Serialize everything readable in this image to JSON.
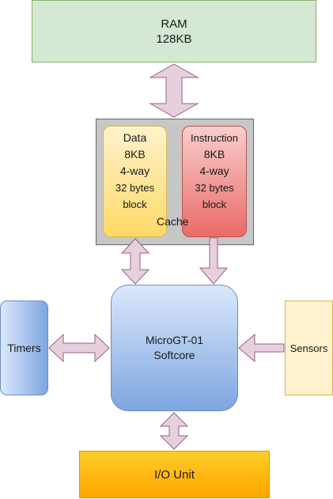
{
  "ram": {
    "line1": "RAM",
    "line2": "128KB"
  },
  "cache": {
    "label": "Cache",
    "data": {
      "title": "Data",
      "size": "8KB",
      "ways": "4-way",
      "block_line1": "32 bytes",
      "block_line2": "block"
    },
    "instruction": {
      "title": "Instruction",
      "size": "8KB",
      "ways": "4-way",
      "block_line1": "32 bytes",
      "block_line2": "block"
    }
  },
  "cpu": {
    "line1": "MicroGT-01",
    "line2": "Softcore"
  },
  "timers": {
    "label": "Timers"
  },
  "sensors": {
    "label": "Sensors"
  },
  "io": {
    "label": "I/O Unit"
  },
  "colors": {
    "arrow_fill": "#e6d0de",
    "arrow_stroke": "#996185"
  }
}
